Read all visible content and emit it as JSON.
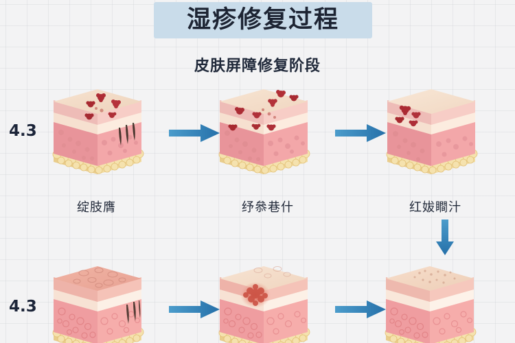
{
  "page": {
    "background_color": "#f3f3f4",
    "grid_color": "#c8cbd0"
  },
  "header": {
    "banner_color": "#c9dcea",
    "title": "湿疹修复过程",
    "subtitle": "皮肤屏障修复阶段"
  },
  "rows": [
    {
      "step_number": "4.3",
      "stages": [
        {
          "caption": "绽肢膺",
          "severity": "severe",
          "lesion_count": 7
        },
        {
          "caption": "纾叅巷什",
          "severity": "moderate",
          "lesion_count": 9
        },
        {
          "caption": "红妭瞷汁",
          "severity": "mild",
          "lesion_count": 4
        }
      ]
    },
    {
      "step_number": "4.3",
      "stages": [
        {
          "caption": "",
          "severity": "rough-dry",
          "lesion_count": 0
        },
        {
          "caption": "",
          "severity": "inflamed-patch",
          "lesion_count": 1
        },
        {
          "caption": "",
          "severity": "recovering",
          "lesion_count": 0
        }
      ]
    }
  ],
  "arrows": {
    "color_start": "#3f93c8",
    "color_end": "#2a72ab",
    "right_icon": "arrow-right-icon",
    "down_icon": "arrow-down-icon"
  },
  "skin_layers": {
    "top_surface": "#f0d9c4",
    "epidermis": "#f2c3bd",
    "basal": "#f7e3d6",
    "dermis": "#f0a1a4",
    "fat": "#f3dfa8",
    "lesion": "#b33038"
  }
}
